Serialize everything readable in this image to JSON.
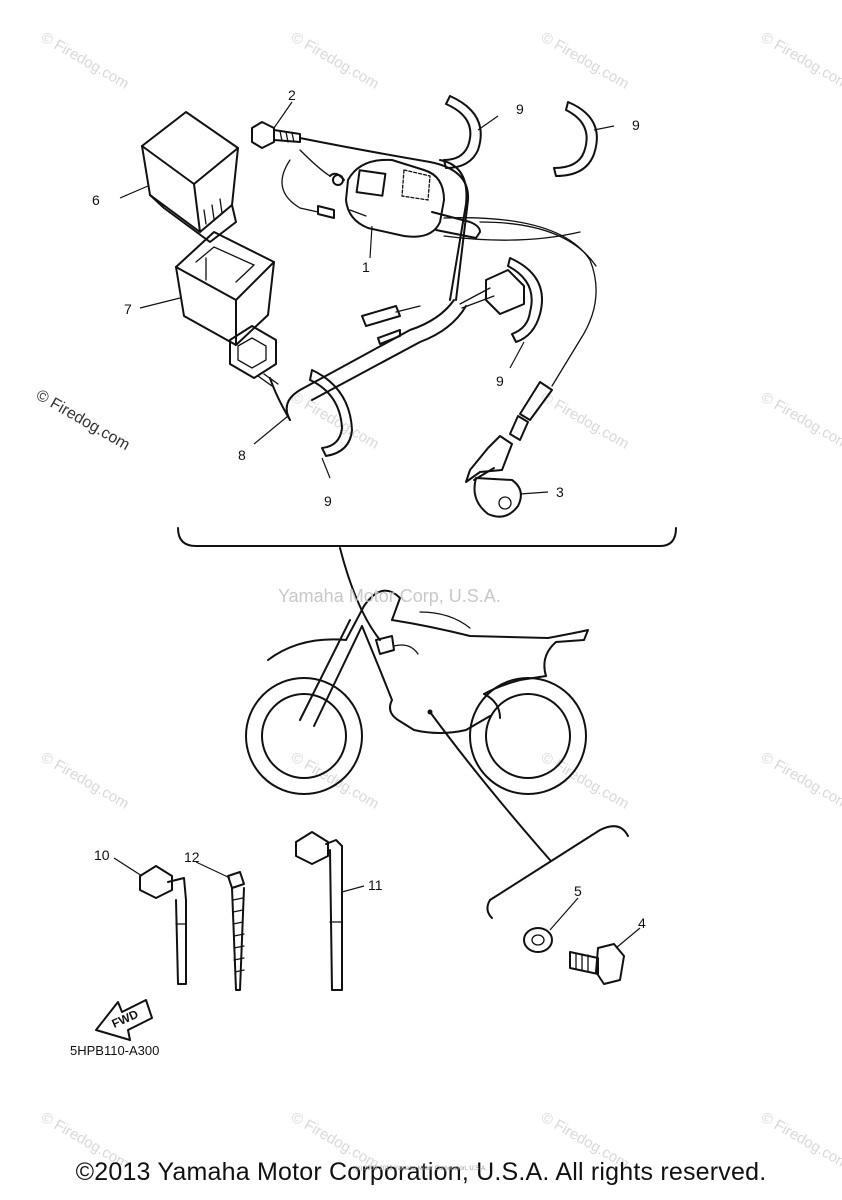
{
  "figure_code": "5HPB110-A300",
  "copyright_footer": "©2013 Yamaha Motor Corporation, U.S.A. All rights reserved.",
  "center_watermark": "Yamaha Motor Corp, U.S.A.",
  "firedog_watermark": "© Firedog.com",
  "tiny_footer": "(c) 2009-2013 Yamaha Motor Corporation, U.S.A.",
  "fwd_label": "FWD",
  "callouts": [
    "1",
    "2",
    "3",
    "4",
    "5",
    "6",
    "7",
    "8",
    "9",
    "10",
    "11",
    "12"
  ],
  "callouts_9": [
    "9",
    "9",
    "9",
    "9"
  ]
}
